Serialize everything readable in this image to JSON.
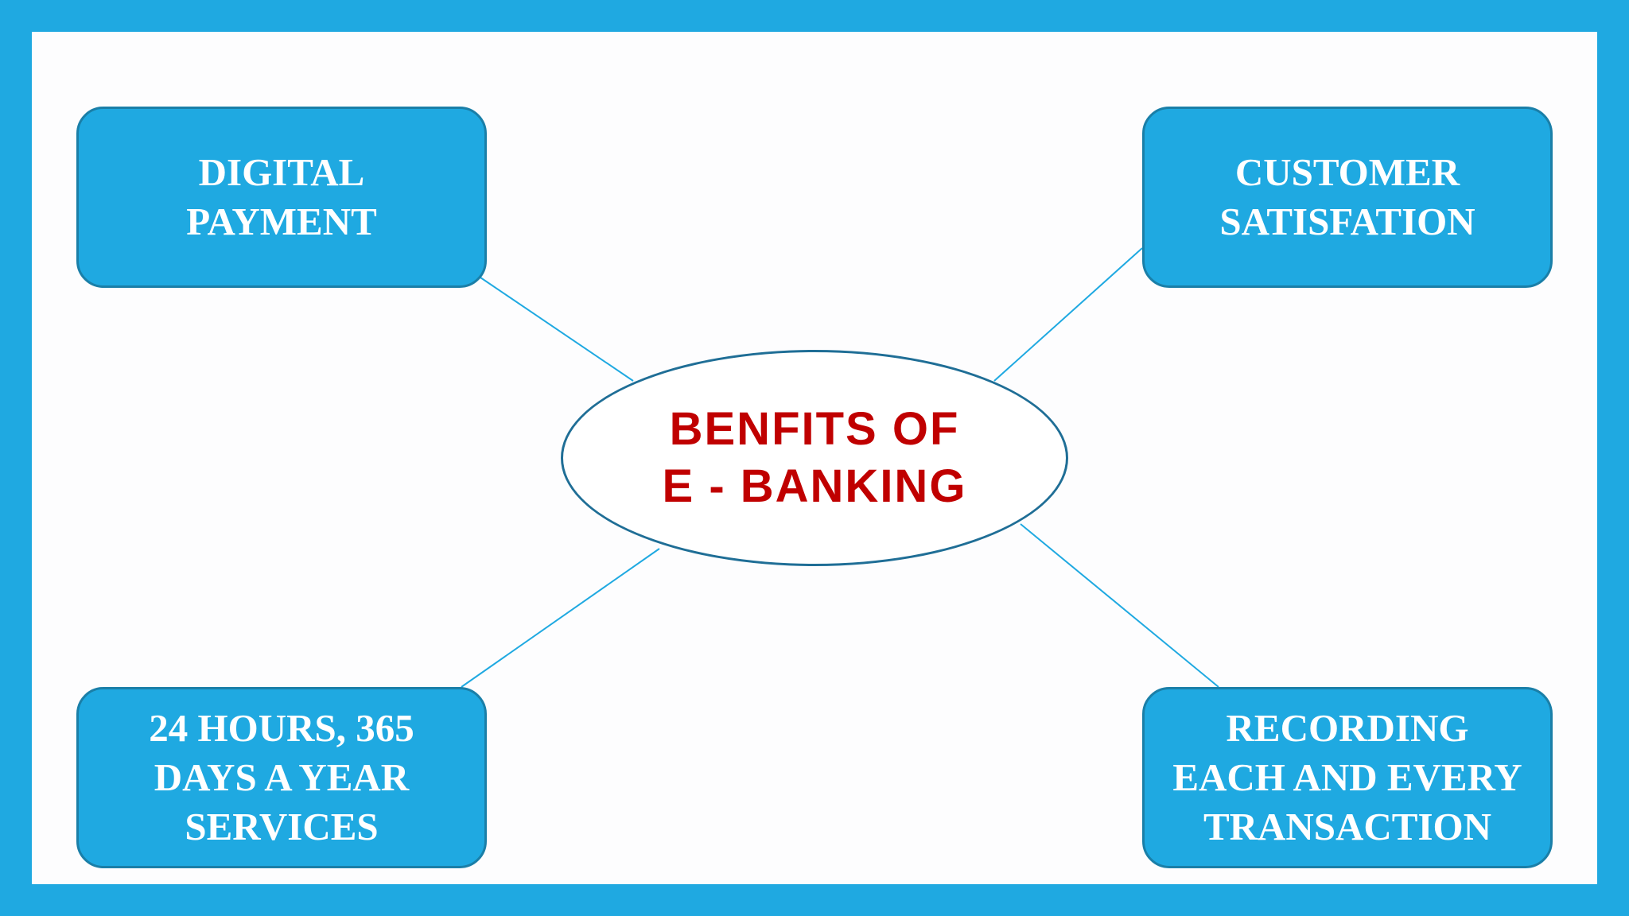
{
  "center": {
    "line1": "BENFITS OF",
    "line2": "E - BANKING"
  },
  "nodes": {
    "top_left": {
      "line1": "DIGITAL",
      "line2": "PAYMENT"
    },
    "top_right": {
      "line1": "CUSTOMER",
      "line2": "SATISFATION"
    },
    "bottom_left": {
      "line1": "24 HOURS, 365",
      "line2": "DAYS A YEAR",
      "line3": "SERVICES"
    },
    "bottom_right": {
      "line1": "RECORDING",
      "line2": "EACH AND EVERY",
      "line3": "TRANSACTION"
    }
  },
  "colors": {
    "frame": "#1fa9e1",
    "node_fill": "#1fa9e1",
    "node_text": "#ffffff",
    "center_text": "#c00000",
    "center_border": "#1f6e96",
    "connector": "#1fa9e1"
  }
}
